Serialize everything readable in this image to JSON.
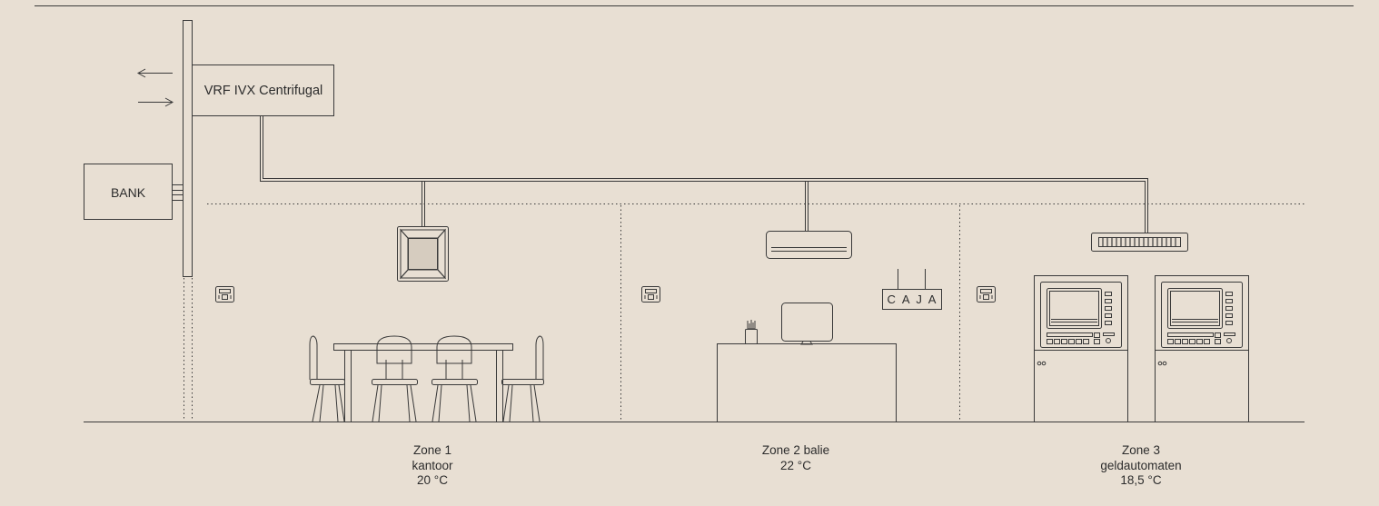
{
  "building": {
    "label": "BANK"
  },
  "unit": {
    "label": "VRF IVX Centrifugal"
  },
  "counter_sign": {
    "label": "C A J A"
  },
  "zones": [
    {
      "line1": "Zone 1",
      "line2": "kantoor",
      "line3": "20 °C"
    },
    {
      "line1": "Zone 2 balie",
      "line2": "22 °C",
      "line3": ""
    },
    {
      "line1": "Zone 3",
      "line2": "geldautomaten",
      "line3": "18,5 °C"
    }
  ],
  "colors": {
    "background": "#e8dfd3",
    "line": "#3a3a3a"
  },
  "icons": [
    "airflow-out-arrow-icon",
    "airflow-in-arrow-icon",
    "cassette-unit-icon",
    "wall-split-unit-icon",
    "duct-grille-unit-icon",
    "thermostat-icon",
    "atm-icon"
  ]
}
